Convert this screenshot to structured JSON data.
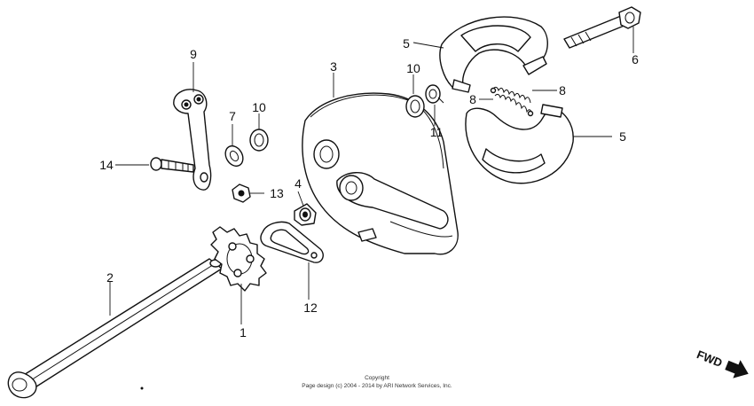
{
  "callouts": [
    "1",
    "2",
    "3",
    "4",
    "5",
    "5",
    "6",
    "7",
    "8",
    "8",
    "9",
    "10",
    "10",
    "11",
    "12",
    "13",
    "14"
  ],
  "copyright": {
    "line1": "Copyright",
    "line2": "Page design (c) 2004 - 2014 by ARI Network Services, Inc."
  },
  "direction": {
    "label": "FWD",
    "icon": "arrow-right-icon"
  }
}
